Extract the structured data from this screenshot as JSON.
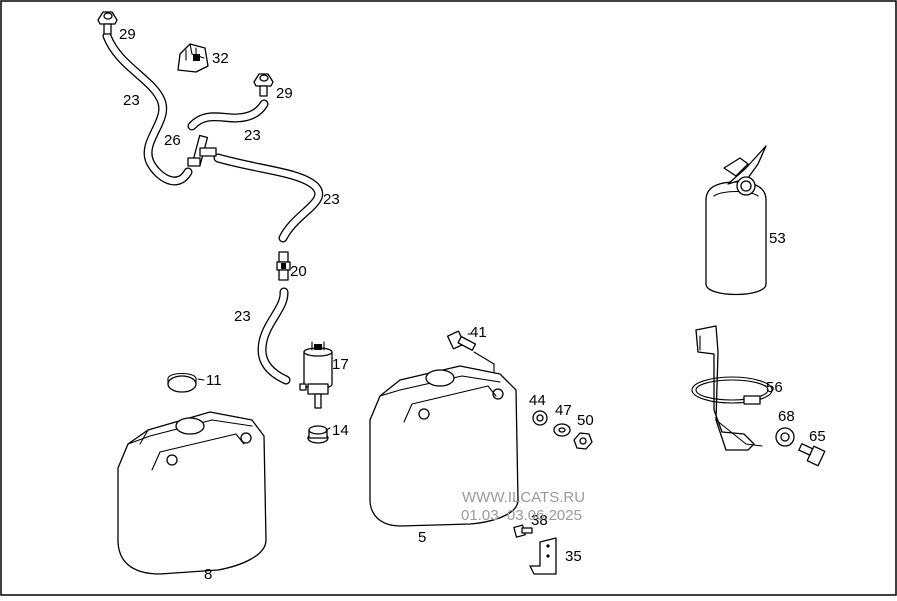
{
  "callouts": {
    "c29a": "29",
    "c32": "32",
    "c23a": "23",
    "c29b": "29",
    "c26": "26",
    "c23b": "23",
    "c23c": "23",
    "c20": "20",
    "c23d": "23",
    "c17": "17",
    "c11": "11",
    "c14": "14",
    "c8": "8",
    "c41": "41",
    "c44": "44",
    "c47": "47",
    "c50": "50",
    "c5": "5",
    "c38": "38",
    "c35": "35",
    "c53": "53",
    "c56": "56",
    "c68": "68",
    "c65": "65"
  },
  "watermark": {
    "site": "WWW.ILCATS.RU",
    "dates": "01.03  03.06.2025"
  }
}
